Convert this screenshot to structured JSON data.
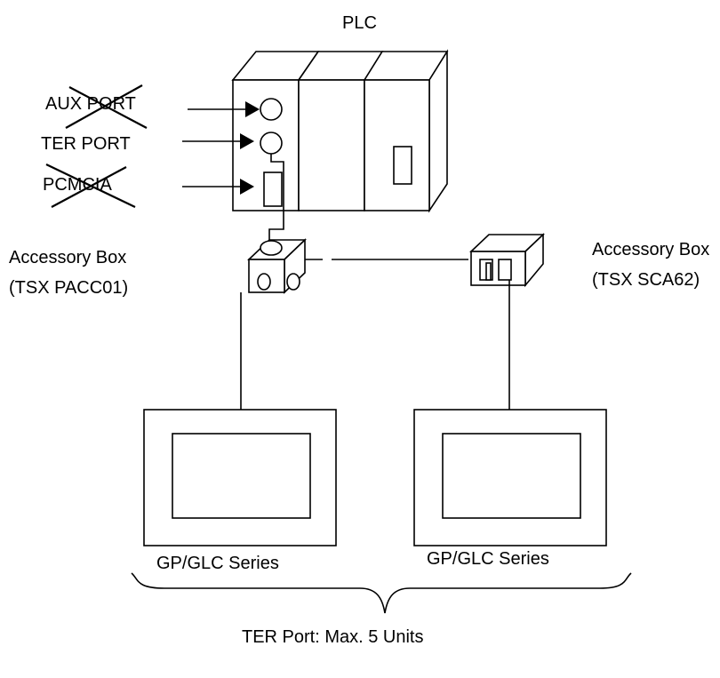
{
  "plc": {
    "title": "PLC"
  },
  "ports": {
    "aux": {
      "label": "AUX PORT",
      "crossed_out": true
    },
    "ter": {
      "label": "TER PORT",
      "crossed_out": false
    },
    "pcmcia": {
      "label": "PCMCIA",
      "crossed_out": true
    }
  },
  "accessory_left": {
    "line1": "Accessory Box",
    "line2": "(TSX PACC01)"
  },
  "accessory_right": {
    "line1": "Accessory Box",
    "line2": "(TSX SCA62)"
  },
  "displays": [
    {
      "label": "GP/GLC Series"
    },
    {
      "label": "GP/GLC Series"
    }
  ],
  "footer": {
    "note": "TER Port: Max. 5 Units"
  },
  "colors": {
    "line": "#000000",
    "background": "#ffffff"
  }
}
